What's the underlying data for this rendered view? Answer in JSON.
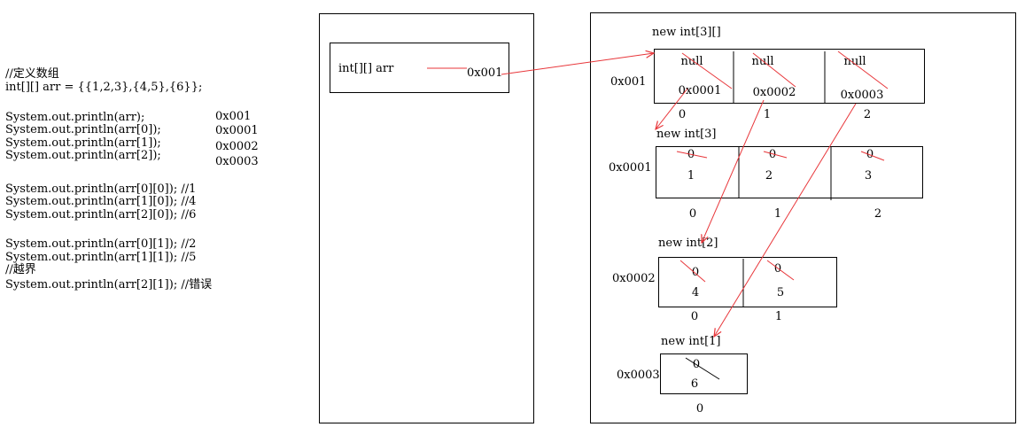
{
  "code": {
    "comment_define": "//定义数组",
    "declaration": "int[][] arr = {{1,2,3},{4,5},{6}};",
    "print_lines": [
      "System.out.println(arr);",
      "System.out.println(arr[0]);",
      "System.out.println(arr[1]);",
      "System.out.println(arr[2]);"
    ],
    "print_outputs": [
      "0x001",
      "0x0001",
      "0x0002",
      "0x0003"
    ],
    "elem_lines_1": [
      "System.out.println(arr[0][0]); //1",
      "System.out.println(arr[1][0]); //4",
      "System.out.println(arr[2][0]); //6"
    ],
    "elem_lines_2": [
      "System.out.println(arr[0][1]); //2",
      "System.out.println(arr[1][1]); //5"
    ],
    "comment_oob": "//越界",
    "oob_line": "System.out.println(arr[2][1]); //错误"
  },
  "stack": {
    "var_label": "int[][] arr",
    "var_value": "0x001"
  },
  "heap": {
    "outer": {
      "title": "new int[3][]",
      "address": "0x001",
      "old_values": [
        "null",
        "null",
        "null"
      ],
      "values": [
        "0x0001",
        "0x0002",
        "0x0003"
      ],
      "indices": [
        "0",
        "1",
        "2"
      ]
    },
    "row0": {
      "title": "new int[3]",
      "address": "0x0001",
      "old_values": [
        "0",
        "0",
        "0"
      ],
      "values": [
        "1",
        "2",
        "3"
      ],
      "indices": [
        "0",
        "1",
        "2"
      ]
    },
    "row1": {
      "title": "new int[2]",
      "address": "0x0002",
      "old_values": [
        "0",
        "0"
      ],
      "values": [
        "4",
        "5"
      ],
      "indices": [
        "0",
        "1"
      ]
    },
    "row2": {
      "title": "new int[1]",
      "address": "0x0003",
      "old_values": [
        "0"
      ],
      "values": [
        "6"
      ],
      "indices": [
        "0"
      ]
    }
  },
  "colors": {
    "arrow": "#e8363a",
    "line": "#000000"
  }
}
